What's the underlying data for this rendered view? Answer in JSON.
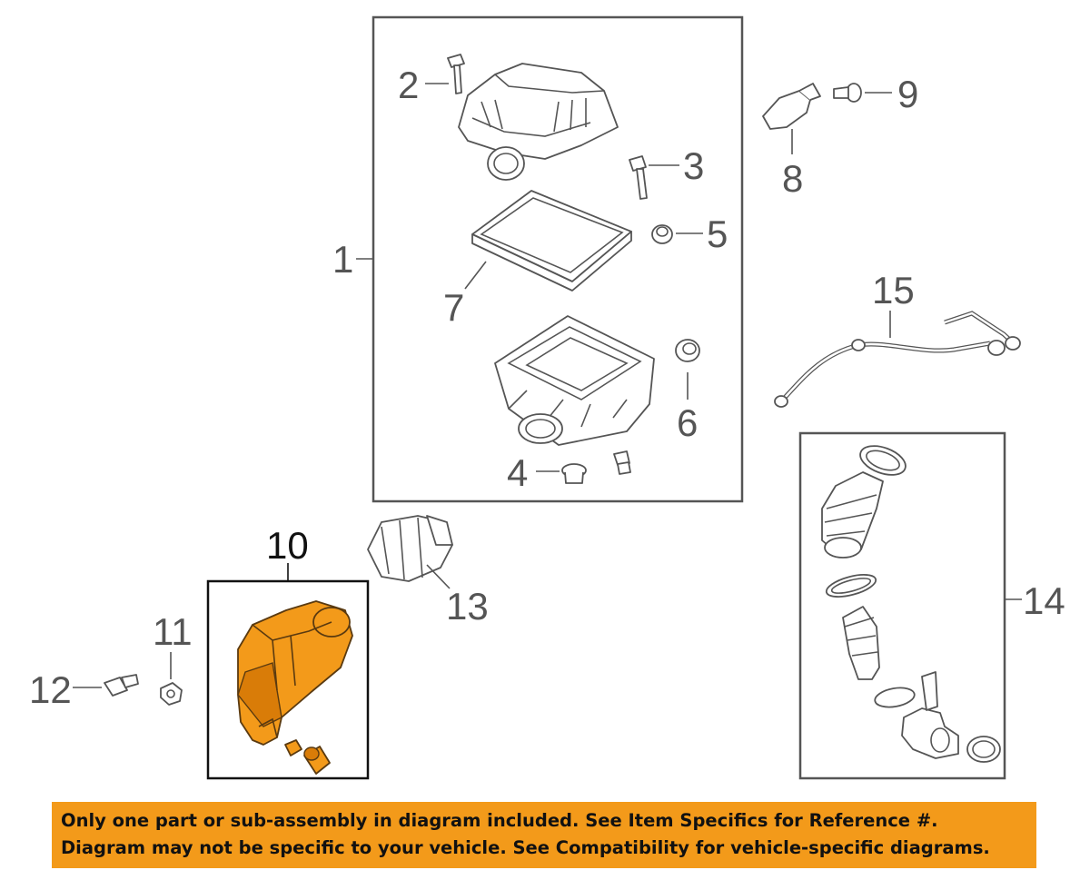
{
  "callouts": {
    "c1": "1",
    "c2": "2",
    "c3": "3",
    "c4": "4",
    "c5": "5",
    "c6": "6",
    "c7": "7",
    "c8": "8",
    "c9": "9",
    "c10": "10",
    "c11": "11",
    "c12": "12",
    "c13": "13",
    "c14": "14",
    "c15": "15"
  },
  "highlight_color": "#f39a1a",
  "notice": {
    "line1": "Only one part or sub-assembly in diagram included. See Item Specifics for Reference #.",
    "line2": "Diagram may not be specific to your vehicle. See Compatibility for vehicle-specific diagrams."
  }
}
